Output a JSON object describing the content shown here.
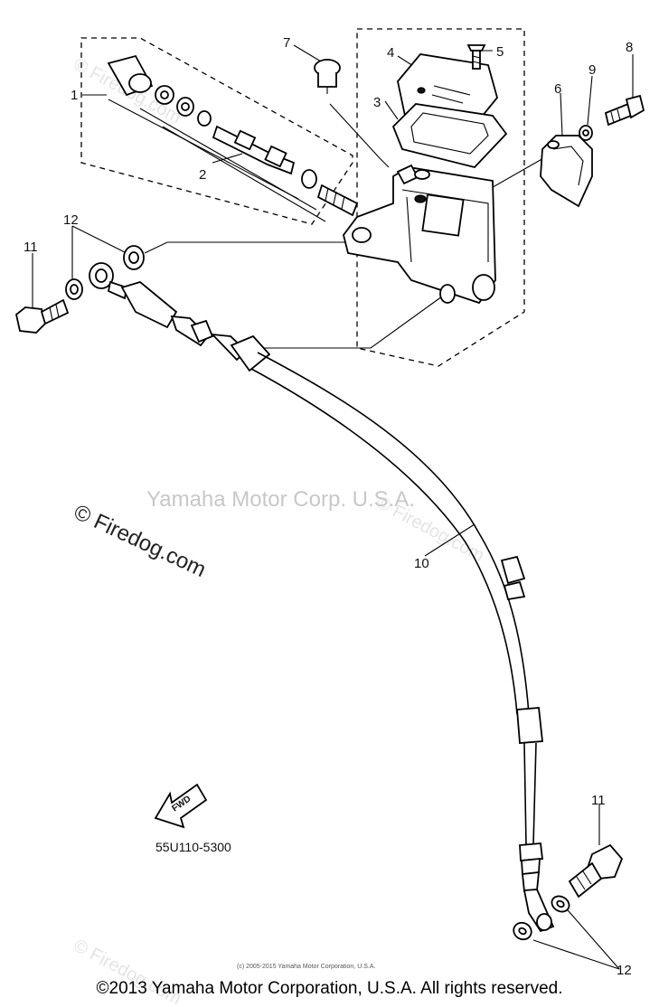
{
  "callouts": {
    "c1": "1",
    "c2": "2",
    "c3": "3",
    "c4": "4",
    "c5": "5",
    "c6": "6",
    "c7": "7",
    "c8": "8",
    "c9": "9",
    "c10": "10",
    "c11_top": "11",
    "c11_bottom": "11",
    "c12_top": "12",
    "c12_bottom": "12"
  },
  "watermarks": {
    "yamaha": "Yamaha Motor Corp. U.S.A.",
    "firedog": "© Firedog.com",
    "firedog_faint_1": "© Firedog.com",
    "firedog_faint_2": "© Firedog.com",
    "firedog_faint_3": "© Firedog.com"
  },
  "arrow_label": "FWD",
  "part_code": "55U110-5300",
  "small_copyright": "(c) 2005-2015 Yamaha Motor Corporation, U.S.A.",
  "footer": "©2013 Yamaha Motor Corporation, U.S.A. All rights reserved.",
  "colors": {
    "line": "#000000",
    "watermark": "#c8c8c8"
  }
}
